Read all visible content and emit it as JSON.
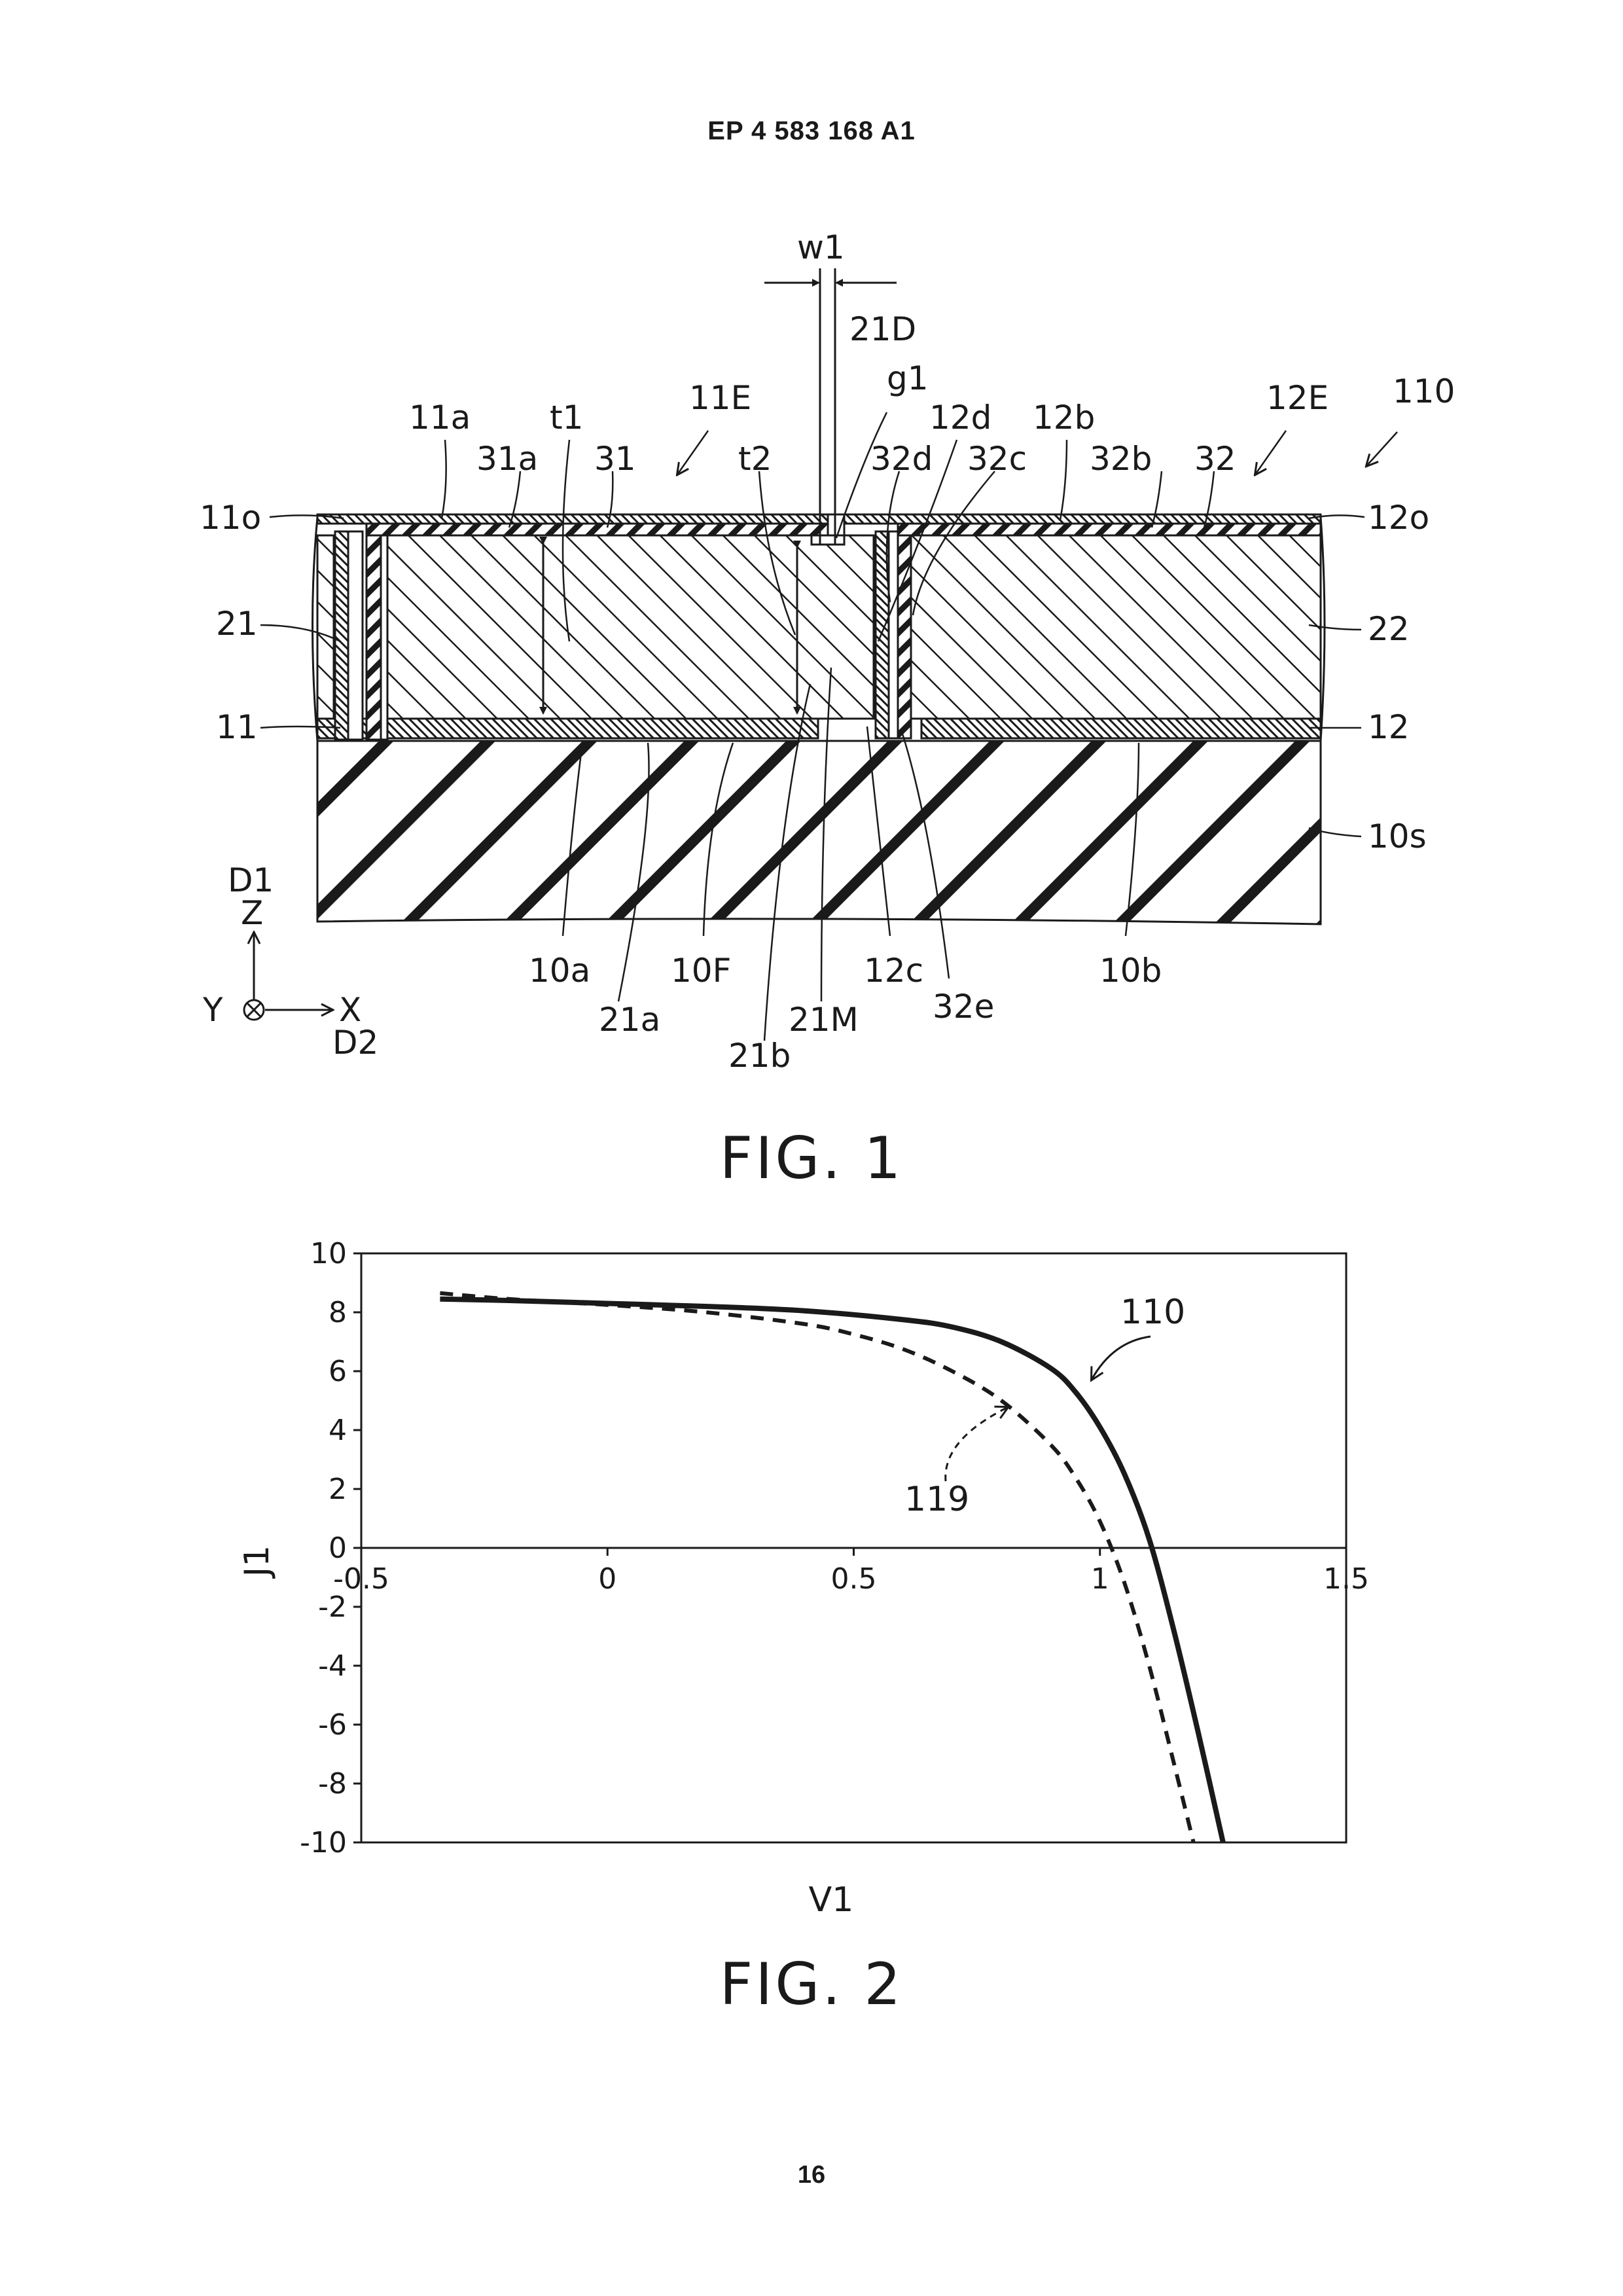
{
  "header": {
    "publication_number": "EP 4 583 168 A1"
  },
  "footer": {
    "page_number": "16"
  },
  "fig1": {
    "caption": "FIG. 1",
    "labels": {
      "w1": "w1",
      "d21D": "21D",
      "g1": "g1",
      "l110": "110",
      "l11a": "11a",
      "t1": "t1",
      "l11E": "11E",
      "l12d": "12d",
      "l12b": "12b",
      "l12E": "12E",
      "l31a": "31a",
      "l31": "31",
      "t2": "t2",
      "l32d": "32d",
      "l32c": "32c",
      "l32b": "32b",
      "l32": "32",
      "l11o": "11o",
      "l12o": "12o",
      "l21": "21",
      "l22": "22",
      "l11": "11",
      "l12": "12",
      "l10s": "10s",
      "d1": "D1",
      "z": "Z",
      "y": "Y",
      "x": "X",
      "d2": "D2",
      "l10a": "10a",
      "l10F": "10F",
      "l12c": "12c",
      "l10b": "10b",
      "l21a": "21a",
      "l21M": "21M",
      "l32e": "32e",
      "l21b": "21b"
    }
  },
  "fig2": {
    "caption": "FIG. 2",
    "labels": {
      "curve_110": "110",
      "curve_119": "119"
    }
  },
  "chart_data": {
    "type": "line",
    "xlabel": "V1",
    "ylabel": "J1",
    "xlim": [
      -0.5,
      1.5
    ],
    "ylim": [
      -10,
      10
    ],
    "x_ticks": [
      "-0.5",
      "0",
      "0.5",
      "1",
      "1.5"
    ],
    "y_ticks": [
      "10",
      "8",
      "6",
      "4",
      "2",
      "0",
      "-2",
      "-4",
      "-6",
      "-8",
      "-10"
    ],
    "grid": false,
    "series": [
      {
        "name": "110",
        "style": "solid",
        "color": "#1a1a1a",
        "x": [
          -0.34,
          -0.2,
          0.0,
          0.2,
          0.4,
          0.6,
          0.7,
          0.8,
          0.9,
          0.95,
          1.0,
          1.05,
          1.1,
          1.15,
          1.2,
          1.25
        ],
        "y": [
          8.45,
          8.4,
          8.3,
          8.2,
          8.05,
          7.75,
          7.5,
          7.0,
          6.1,
          5.3,
          4.1,
          2.5,
          0.3,
          -2.8,
          -6.3,
          -10.0
        ]
      },
      {
        "name": "119",
        "style": "dashed",
        "color": "#1a1a1a",
        "x": [
          -0.34,
          -0.2,
          0.0,
          0.2,
          0.4,
          0.5,
          0.6,
          0.7,
          0.8,
          0.9,
          0.95,
          1.0,
          1.05,
          1.1,
          1.15,
          1.19
        ],
        "y": [
          8.65,
          8.45,
          8.25,
          8.0,
          7.6,
          7.25,
          6.75,
          6.0,
          5.0,
          3.5,
          2.4,
          0.9,
          -1.2,
          -4.0,
          -7.3,
          -10.0
        ]
      }
    ]
  }
}
